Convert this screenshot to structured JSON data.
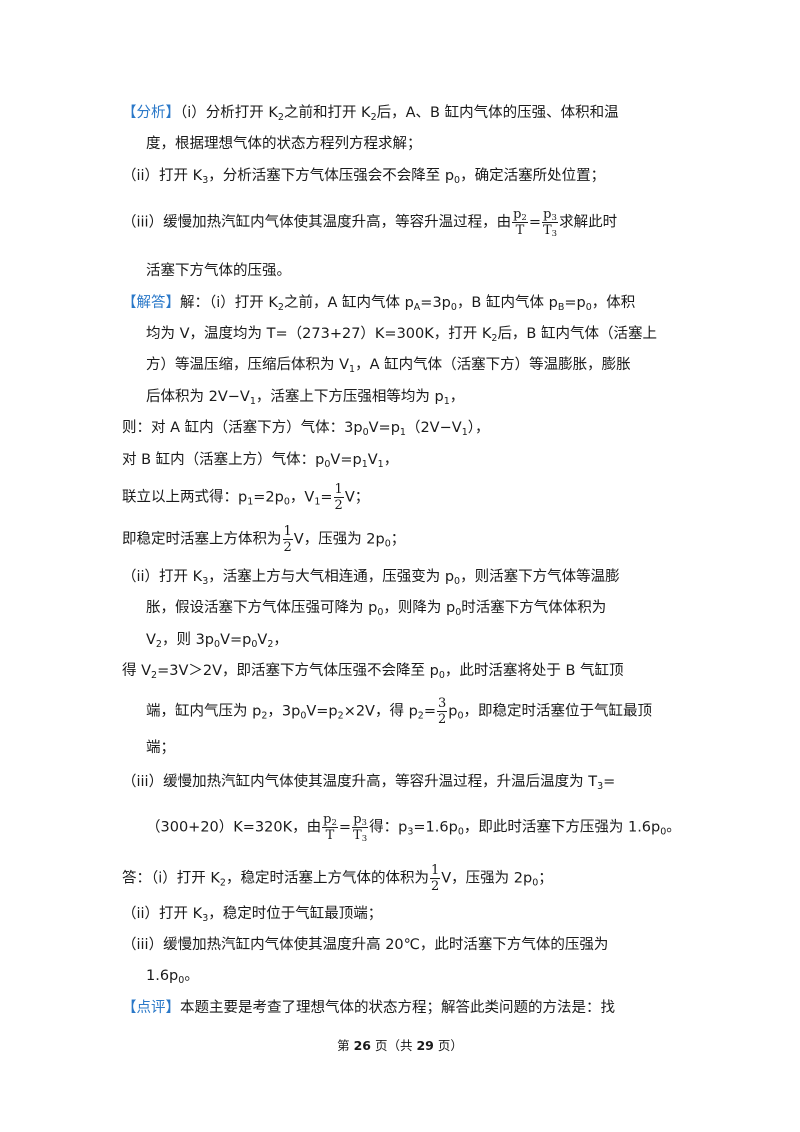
{
  "analysis": {
    "tag": "【分析】",
    "l1a": "（i）分析打开 K",
    "l1b": "之前和打开 K",
    "l1c": "后，A、B 缸内气体的压强、体积和温",
    "l2": "度，根据理想气体的状态方程列方程求解；",
    "l3a": "（ii）打开 K",
    "l3b": "，分析活塞下方气体压强会不会降至 p",
    "l3c": "，确定活塞所处位置；",
    "l4a": "（iii）缓慢加热汽缸内气体使其温度升高，等容升温过程，由",
    "l4b": "求解此时",
    "l5": "活塞下方气体的压强。"
  },
  "solution": {
    "tag": "【解答】",
    "s1a": "解：（i）打开 K",
    "s1b": "之前，A 缸内气体 p",
    "s1c": "=3p",
    "s1d": "，B 缸内气体 p",
    "s1e": "=p",
    "s1f": "，体积",
    "s2a": "均为 V，温度均为 T=（273+27）K=300K，打开 K",
    "s2b": "后，B 缸内气体（活塞上",
    "s3a": "方）等温压缩，压缩后体积为 V",
    "s3b": "，A 缸内气体（活塞下方）等温膨胀，膨胀",
    "s4a": "后体积为 2V",
    "s4b": "V",
    "s4c": "，活塞上下方压强相等均为 p",
    "s4d": "，",
    "s5a": "则：对 A 缸内（活塞下方）气体：3p",
    "s5b": "V=p",
    "s5c": "（2V",
    "s5d": "V",
    "s5e": "），",
    "s6a": "对 B 缸内（活塞上方）气体：p",
    "s6b": "V=p",
    "s6c": "V",
    "s6d": "，",
    "s7a": "联立以上两式得：p",
    "s7b": "=2p",
    "s7c": "，V",
    "s7d": "=",
    "s7e": "；",
    "s8a": "即稳定时活塞上方体积为",
    "s8b": "，压强为 2p",
    "s8c": "；",
    "s9a": "（ii）打开 K",
    "s9b": "，活塞上方与大气相连通，压强变为 p",
    "s9c": "，则活塞下方气体等温膨",
    "s10a": "胀，假设活塞下方气体压强可降为 p",
    "s10b": "，则降为 p",
    "s10c": "时活塞下方气体体积为",
    "s11a": "V",
    "s11b": "，则 3p",
    "s11c": "V=p",
    "s11d": "V",
    "s11e": "，",
    "s12a": "得 V",
    "s12b": "=3V＞2V，即活塞下方气体压强不会降至 p",
    "s12c": "，此时活塞将处于 B 气缸顶",
    "s13a": "端，缸内气压为 p",
    "s13b": "，3p",
    "s13c": "V=p",
    "s13d": "×2V，得 p",
    "s13e": "=",
    "s13f": "，即稳定时活塞位于气缸最顶",
    "s14": "端；",
    "s15a": "（iii）缓慢加热汽缸内气体使其温度升高，等容升温过程，升温后温度为 T",
    "s15b": "=",
    "s16a": "（300+20）K=320K，由",
    "s16b": "得：p",
    "s16c": "=1.6p",
    "s16d": "，即此时活塞下方压强为 1.6p",
    "s16e": "。"
  },
  "answer": {
    "a1a": "答：（i）打开 K",
    "a1b": "，稳定时活塞上方气体的体积为",
    "a1c": "，压强为 2p",
    "a1d": "；",
    "a2a": "（ii）打开 K",
    "a2b": "，稳定时位于气缸最顶端；",
    "a3a": "（iii）缓慢加热汽缸内气体使其温度升高 20℃，此时活塞下方气体的压强为",
    "a4a": "1.6p",
    "a4b": "。"
  },
  "comment": {
    "tag": "【点评】",
    "c1": "本题主要是考查了理想气体的状态方程；解答此类问题的方法是：找"
  },
  "sym": {
    "s0": "0",
    "s1": "1",
    "s2": "2",
    "s3": "3",
    "sA": "A",
    "sB": "B",
    "glyph": "−",
    "eq": "=",
    "p": "p",
    "T": "T",
    "V": "V",
    "one": "1",
    "two": "2",
    "three": "3",
    "p0": "p"
  },
  "footer": {
    "pre": "第 ",
    "page": "26",
    "mid": " 页（共 ",
    "total": "29",
    "post": " 页）"
  }
}
